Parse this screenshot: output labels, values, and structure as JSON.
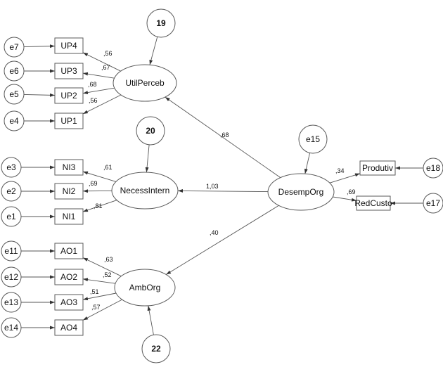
{
  "diagram": {
    "nodes": [
      {
        "id": "n19",
        "label": "19",
        "kind": "num"
      },
      {
        "id": "n20",
        "label": "20",
        "kind": "num"
      },
      {
        "id": "n22",
        "label": "22",
        "kind": "num"
      },
      {
        "id": "UtilPerceb",
        "label": "UtilPerceb",
        "kind": "latent"
      },
      {
        "id": "NecessIntern",
        "label": "NecessIntern",
        "kind": "latent"
      },
      {
        "id": "AmbOrg",
        "label": "AmbOrg",
        "kind": "latent"
      },
      {
        "id": "DesempOrg",
        "label": "DesempOrg",
        "kind": "latent"
      },
      {
        "id": "UP4",
        "label": "UP4",
        "kind": "indicator"
      },
      {
        "id": "UP3",
        "label": "UP3",
        "kind": "indicator"
      },
      {
        "id": "UP2",
        "label": "UP2",
        "kind": "indicator"
      },
      {
        "id": "UP1",
        "label": "UP1",
        "kind": "indicator"
      },
      {
        "id": "NI3",
        "label": "NI3",
        "kind": "indicator"
      },
      {
        "id": "NI2",
        "label": "NI2",
        "kind": "indicator"
      },
      {
        "id": "NI1",
        "label": "NI1",
        "kind": "indicator"
      },
      {
        "id": "AO1",
        "label": "AO1",
        "kind": "indicator"
      },
      {
        "id": "AO2",
        "label": "AO2",
        "kind": "indicator"
      },
      {
        "id": "AO3",
        "label": "AO3",
        "kind": "indicator"
      },
      {
        "id": "AO4",
        "label": "AO4",
        "kind": "indicator"
      },
      {
        "id": "Produtiv",
        "label": "Produtiv",
        "kind": "indicator"
      },
      {
        "id": "RedCusto",
        "label": "RedCusto",
        "kind": "indicator"
      },
      {
        "id": "e7",
        "label": "e7",
        "kind": "error"
      },
      {
        "id": "e6",
        "label": "e6",
        "kind": "error"
      },
      {
        "id": "e5",
        "label": "e5",
        "kind": "error"
      },
      {
        "id": "e4",
        "label": "e4",
        "kind": "error"
      },
      {
        "id": "e3",
        "label": "e3",
        "kind": "error"
      },
      {
        "id": "e2",
        "label": "e2",
        "kind": "error"
      },
      {
        "id": "e1",
        "label": "e1",
        "kind": "error"
      },
      {
        "id": "e11",
        "label": "e11",
        "kind": "error"
      },
      {
        "id": "e12",
        "label": "e12",
        "kind": "error"
      },
      {
        "id": "e13",
        "label": "e13",
        "kind": "error"
      },
      {
        "id": "e14",
        "label": "e14",
        "kind": "error"
      },
      {
        "id": "e15",
        "label": "e15",
        "kind": "error"
      },
      {
        "id": "e17",
        "label": "e17",
        "kind": "error"
      },
      {
        "id": "e18",
        "label": "e18",
        "kind": "error"
      }
    ],
    "edges": [
      {
        "id": "p-desemp-util",
        "from": "DesempOrg",
        "to": "UtilPerceb",
        "coef": ",68"
      },
      {
        "id": "p-desemp-necess",
        "from": "DesempOrg",
        "to": "NecessIntern",
        "coef": "1,03"
      },
      {
        "id": "p-desemp-amb",
        "from": "DesempOrg",
        "to": "AmbOrg",
        "coef": ",40"
      },
      {
        "id": "p-desemp-produtiv",
        "from": "DesempOrg",
        "to": "Produtiv",
        "coef": ",34"
      },
      {
        "id": "p-desemp-redcusto",
        "from": "DesempOrg",
        "to": "RedCusto",
        "coef": ",69"
      },
      {
        "id": "p-util-up4",
        "from": "UtilPerceb",
        "to": "UP4",
        "coef": ",56"
      },
      {
        "id": "p-util-up3",
        "from": "UtilPerceb",
        "to": "UP3",
        "coef": ",67"
      },
      {
        "id": "p-util-up2",
        "from": "UtilPerceb",
        "to": "UP2",
        "coef": ",68"
      },
      {
        "id": "p-util-up1",
        "from": "UtilPerceb",
        "to": "UP1",
        "coef": ",56"
      },
      {
        "id": "p-necess-ni3",
        "from": "NecessIntern",
        "to": "NI3",
        "coef": ",61"
      },
      {
        "id": "p-necess-ni2",
        "from": "NecessIntern",
        "to": "NI2",
        "coef": ",69"
      },
      {
        "id": "p-necess-ni1",
        "from": "NecessIntern",
        "to": "NI1",
        "coef": ",81"
      },
      {
        "id": "p-amb-ao1",
        "from": "AmbOrg",
        "to": "AO1",
        "coef": ",63"
      },
      {
        "id": "p-amb-ao2",
        "from": "AmbOrg",
        "to": "AO2",
        "coef": ",52"
      },
      {
        "id": "p-amb-ao3",
        "from": "AmbOrg",
        "to": "AO3",
        "coef": ",51"
      },
      {
        "id": "p-amb-ao4",
        "from": "AmbOrg",
        "to": "AO4",
        "coef": ",57"
      },
      {
        "id": "p-19-util",
        "from": "n19",
        "to": "UtilPerceb"
      },
      {
        "id": "p-20-necess",
        "from": "n20",
        "to": "NecessIntern"
      },
      {
        "id": "p-22-amb",
        "from": "n22",
        "to": "AmbOrg"
      },
      {
        "id": "p-e15-desemp",
        "from": "e15",
        "to": "DesempOrg"
      },
      {
        "id": "p-e7-up4",
        "from": "e7",
        "to": "UP4"
      },
      {
        "id": "p-e6-up3",
        "from": "e6",
        "to": "UP3"
      },
      {
        "id": "p-e5-up2",
        "from": "e5",
        "to": "UP2"
      },
      {
        "id": "p-e4-up1",
        "from": "e4",
        "to": "UP1"
      },
      {
        "id": "p-e3-ni3",
        "from": "e3",
        "to": "NI3"
      },
      {
        "id": "p-e2-ni2",
        "from": "e2",
        "to": "NI2"
      },
      {
        "id": "p-e1-ni1",
        "from": "e1",
        "to": "NI1"
      },
      {
        "id": "p-e11-ao1",
        "from": "e11",
        "to": "AO1"
      },
      {
        "id": "p-e12-ao2",
        "from": "e12",
        "to": "AO2"
      },
      {
        "id": "p-e13-ao3",
        "from": "e13",
        "to": "AO3"
      },
      {
        "id": "p-e14-ao4",
        "from": "e14",
        "to": "AO4"
      },
      {
        "id": "p-e18-produtiv",
        "from": "e18",
        "to": "Produtiv"
      },
      {
        "id": "p-e17-redcusto",
        "from": "e17",
        "to": "RedCusto"
      }
    ]
  }
}
